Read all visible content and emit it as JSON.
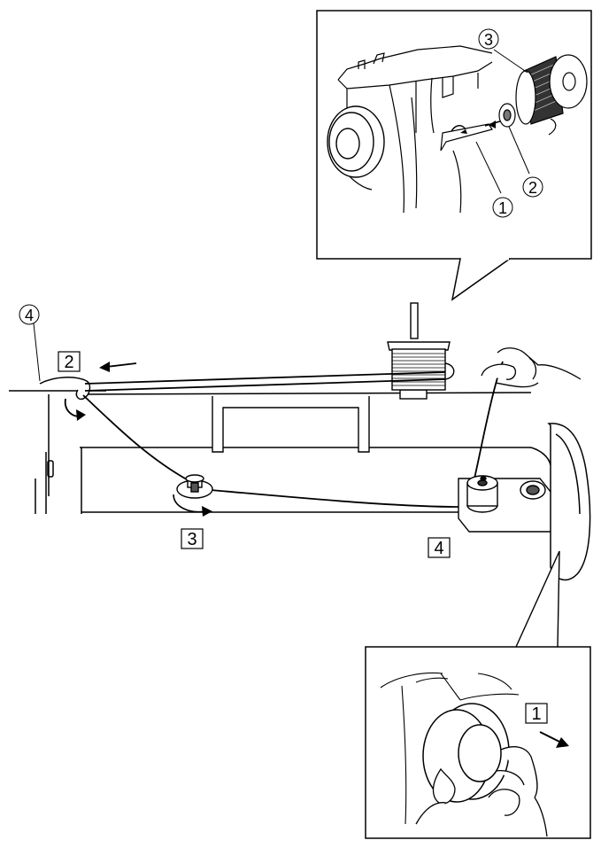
{
  "labels": {
    "inset_top": {
      "thread_guide": "1",
      "spool_cap": "2",
      "spool": "3"
    },
    "main": {
      "step_guide_hook": "4",
      "step_2": "2",
      "step_3": "3",
      "step_4": "4"
    },
    "inset_bottom": {
      "step_1": "1"
    }
  }
}
